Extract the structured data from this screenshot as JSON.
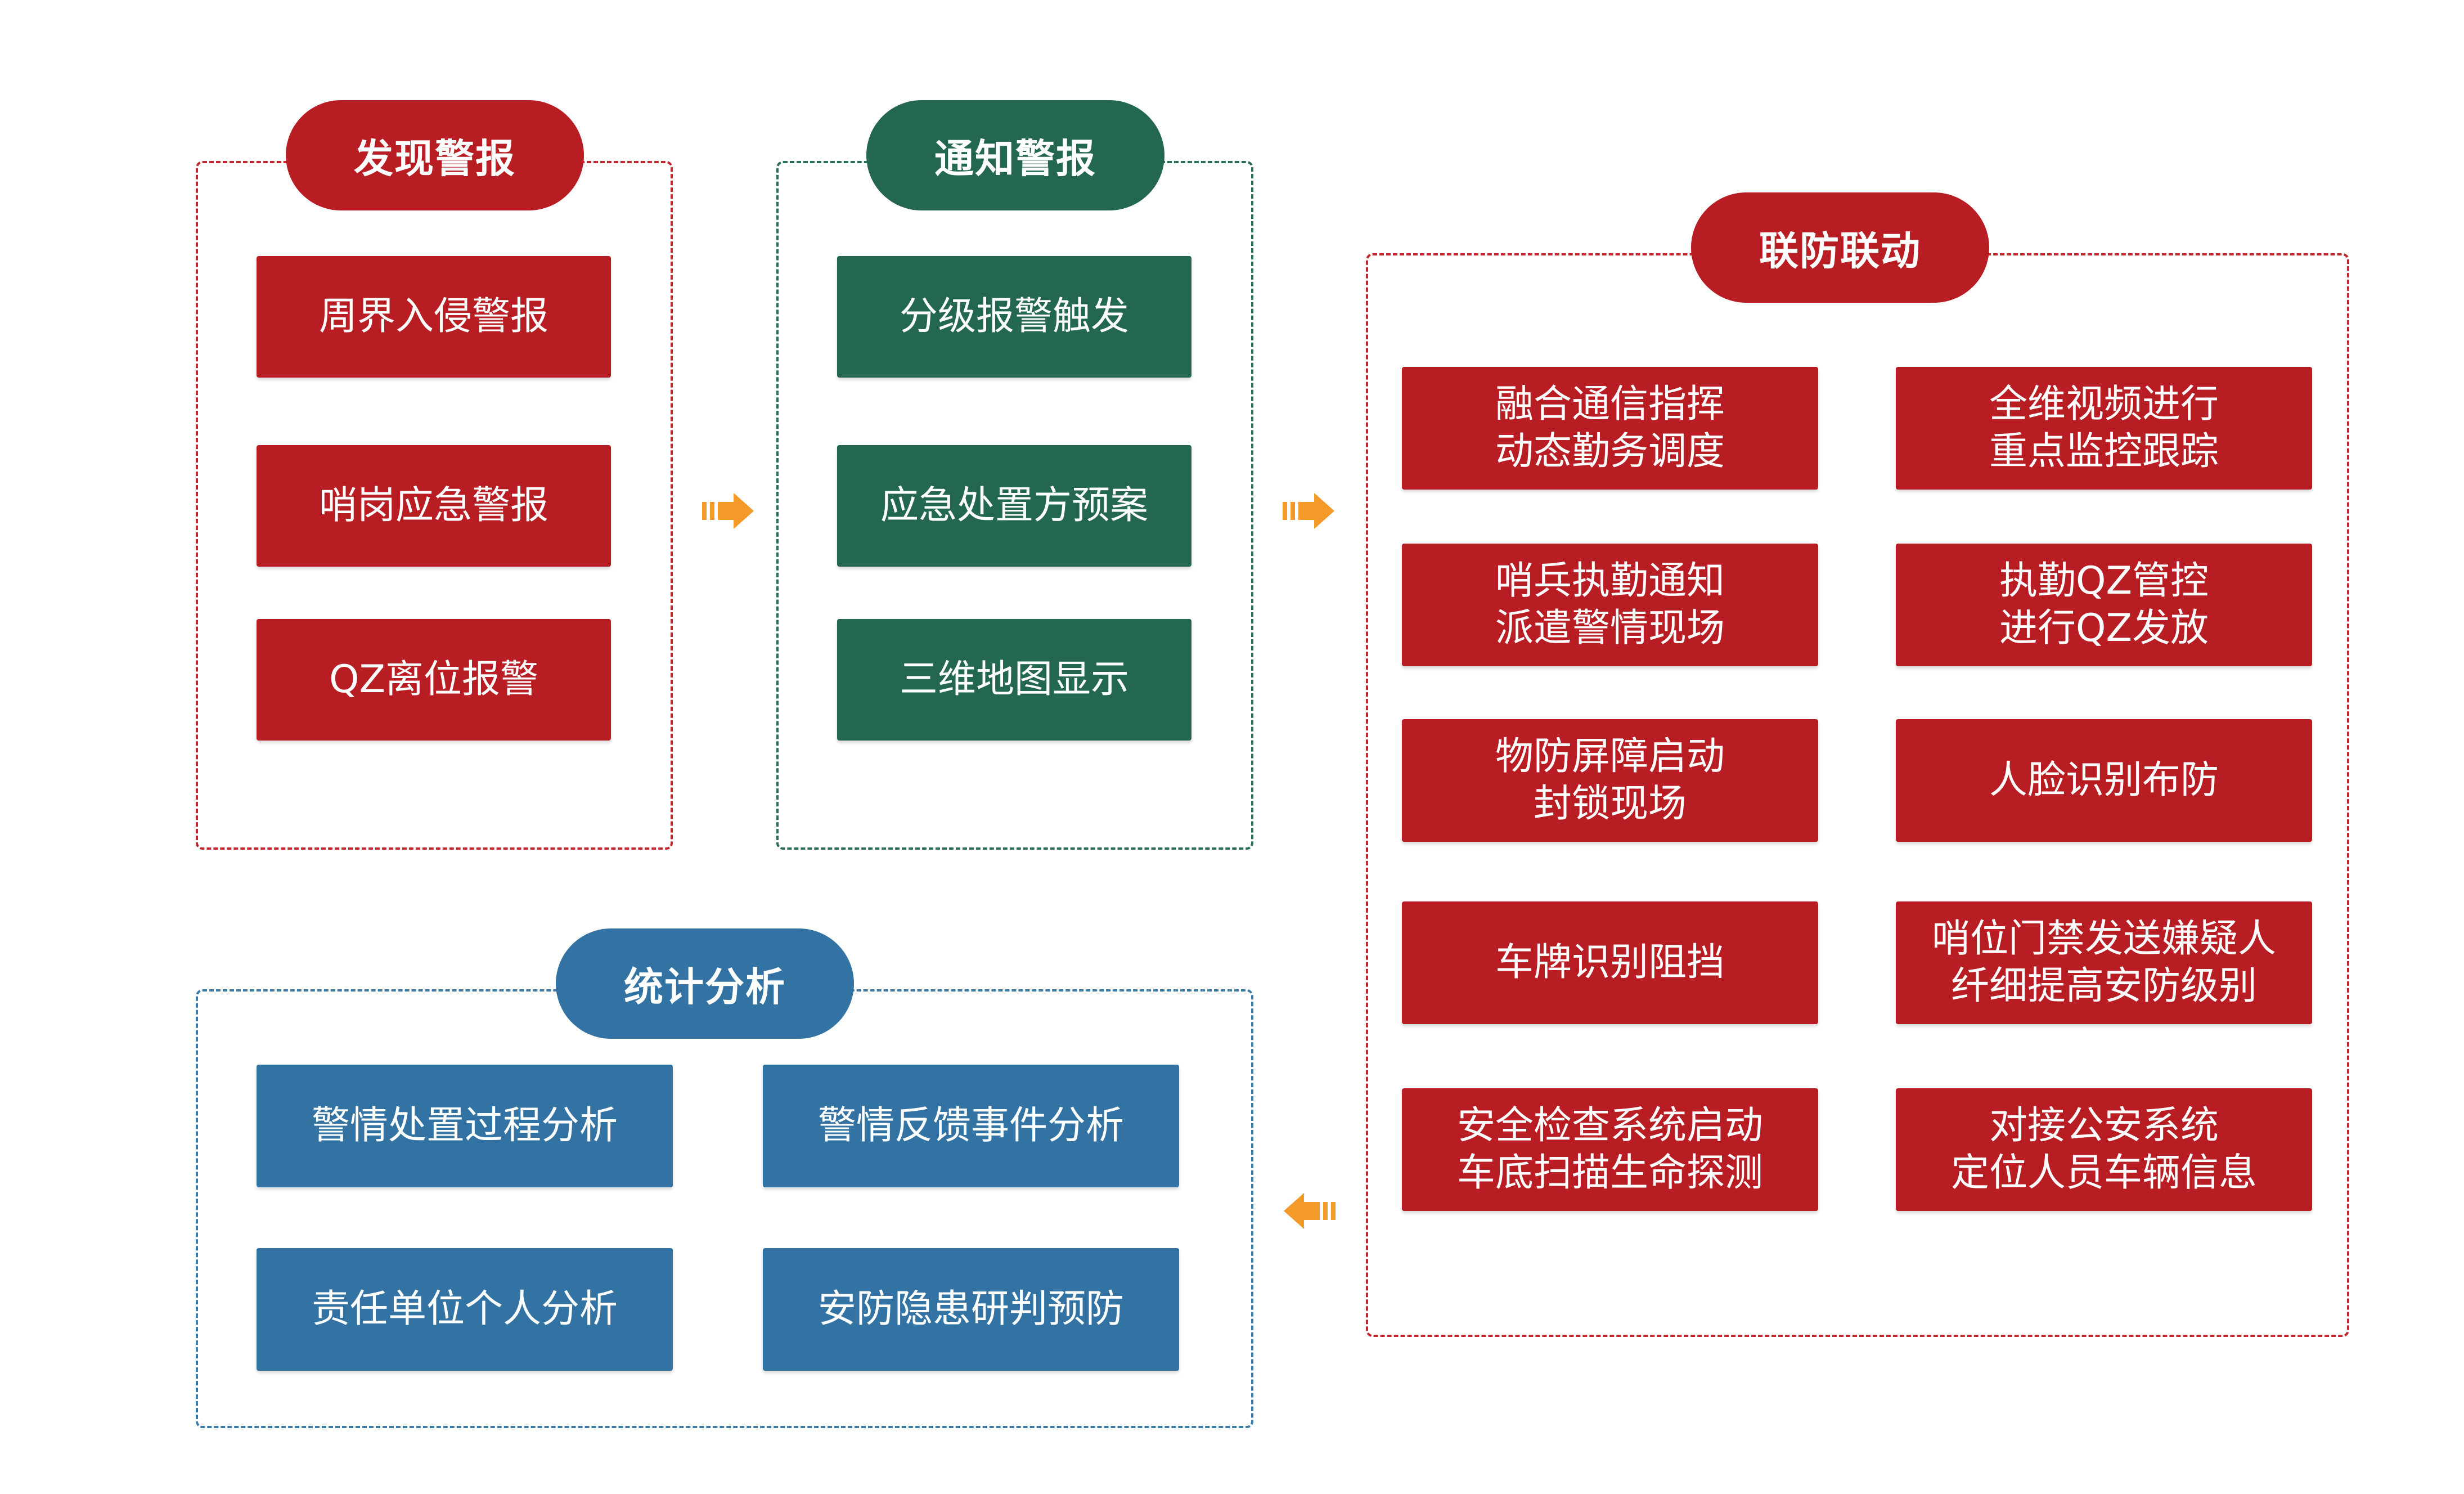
{
  "groups": {
    "discover": {
      "title": "发现警报",
      "items": [
        "周界入侵警报",
        "哨岗应急警报",
        "QZ离位报警"
      ]
    },
    "notify": {
      "title": "通知警报",
      "items": [
        "分级报警触发",
        "应急处置方预案",
        "三维地图显示"
      ]
    },
    "linkage": {
      "title": "联防联动",
      "items": [
        [
          "融合通信指挥",
          "动态勤务调度"
        ],
        [
          "全维视频进行",
          "重点监控跟踪"
        ],
        [
          "哨兵执勤通知",
          "派遣警情现场"
        ],
        [
          "执勤QZ管控",
          "进行QZ发放"
        ],
        [
          "物防屏障启动",
          "封锁现场"
        ],
        [
          "人脸识别布防",
          ""
        ],
        [
          "车牌识别阻挡",
          ""
        ],
        [
          "哨位门禁发送嫌疑人",
          "纤细提高安防级别"
        ],
        [
          "安全检查系统启动",
          "车底扫描生命探测"
        ],
        [
          "对接公安系统",
          "定位人员车辆信息"
        ]
      ]
    },
    "stats": {
      "title": "统计分析",
      "items": [
        "警情处置过程分析",
        "警情反馈事件分析",
        "责任单位个人分析",
        "安防隐患研判预防"
      ]
    }
  },
  "colors": {
    "red": "#b81d24",
    "green": "#246750",
    "blue": "#3373a3",
    "arrow": "#f39a2a"
  },
  "icons": {
    "flow_arrow": "arrow-icon"
  }
}
